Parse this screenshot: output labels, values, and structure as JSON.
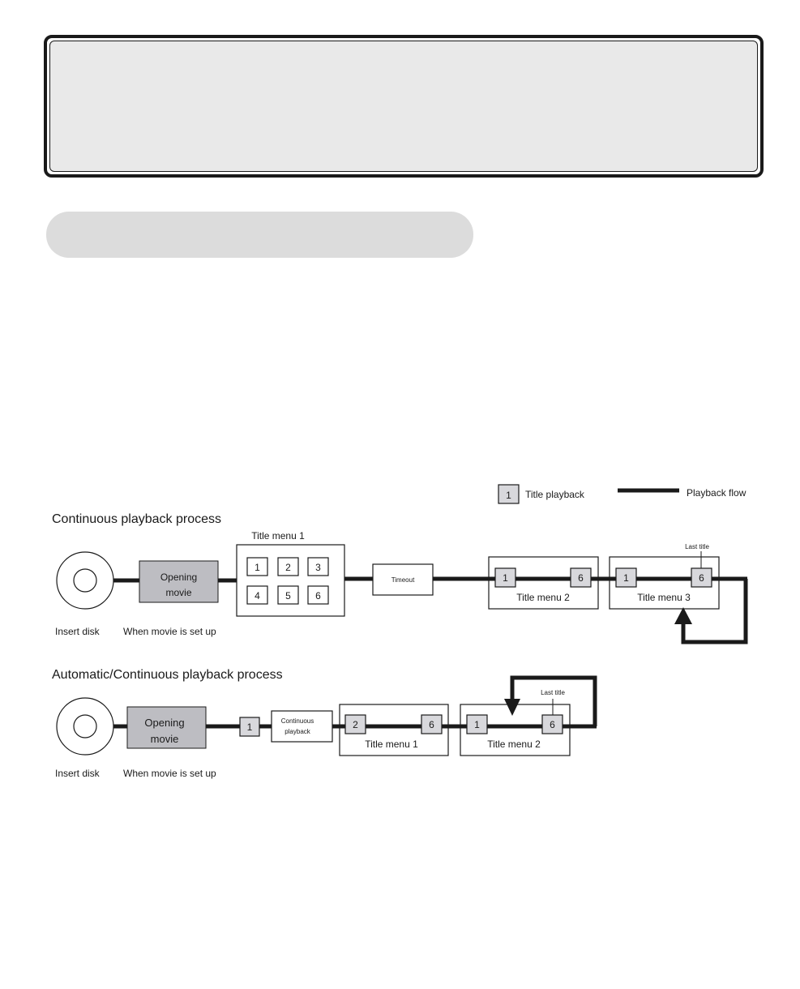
{
  "legend": {
    "title_box_number": "1",
    "title_playback_label": "Title playback",
    "playback_flow_label": "Playback flow"
  },
  "continuous": {
    "heading": "Continuous playback process",
    "opening_movie": [
      "Opening",
      "movie"
    ],
    "insert_disk": "Insert disk",
    "when_set_up": "When movie is set up",
    "title_menu_1": {
      "label": "Title menu 1",
      "titles": [
        "1",
        "2",
        "3",
        "4",
        "5",
        "6"
      ]
    },
    "timeout": "Timeout",
    "title_menu_2": {
      "label": "Title menu 2",
      "first": "1",
      "last": "6"
    },
    "title_menu_3": {
      "label": "Title menu 3",
      "first": "1",
      "last": "6",
      "last_title_label": "Last title"
    }
  },
  "automatic": {
    "heading": "Automatic/Continuous playback process",
    "opening_movie": [
      "Opening",
      "movie"
    ],
    "insert_disk": "Insert disk",
    "when_set_up": "When movie is set up",
    "first_title": "1",
    "continuous_playback": [
      "Continuous",
      "playback"
    ],
    "title_menu_1": {
      "label": "Title menu 1",
      "first": "2",
      "last": "6"
    },
    "title_menu_2": {
      "label": "Title menu 2",
      "first": "1",
      "last": "6",
      "last_title_label": "Last title"
    }
  },
  "colors": {
    "line": "#1a1a1a",
    "opening_movie_fill": "#bdbdc2",
    "title_box_fill": "#d8d8dc",
    "header_fill": "#e9e9e9",
    "pill_fill": "#dcdcdc"
  }
}
